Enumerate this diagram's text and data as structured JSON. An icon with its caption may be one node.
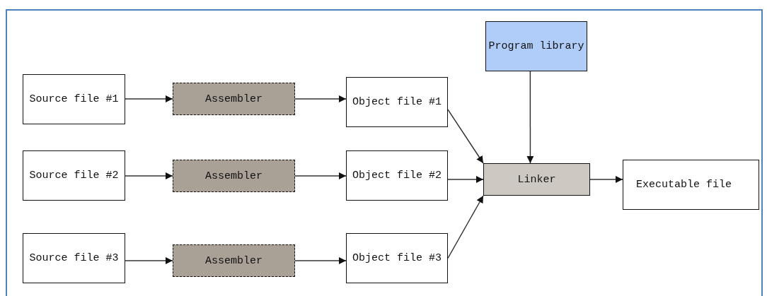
{
  "diagram": {
    "nodes": [
      {
        "text": [
          "Source file #1"
        ]
      },
      {
        "text": [
          "Source file #2"
        ]
      },
      {
        "text": [
          "Source file #3"
        ]
      },
      {
        "text": [
          "Assembler"
        ]
      },
      {
        "text": [
          "Assembler"
        ]
      },
      {
        "text": [
          "Assembler"
        ]
      },
      {
        "text": [
          "Object file #1"
        ]
      },
      {
        "text": [
          "Object file #2"
        ]
      },
      {
        "text": [
          "Object file #3"
        ]
      },
      {
        "text": [
          "Program library"
        ]
      },
      {
        "text": [
          "Linker"
        ]
      },
      {
        "text": [
          "Executable file"
        ]
      }
    ],
    "edges": [
      {
        "from": 0,
        "to": 3,
        "arrow": "to"
      },
      {
        "from": 1,
        "to": 4,
        "arrow": "to"
      },
      {
        "from": 2,
        "to": 5,
        "arrow": "to"
      },
      {
        "from": 3,
        "to": 6,
        "arrow": "to"
      },
      {
        "from": 4,
        "to": 7,
        "arrow": "to"
      },
      {
        "from": 5,
        "to": 8,
        "arrow": "to"
      },
      {
        "from": 6,
        "to": 10,
        "arrow": "to"
      },
      {
        "from": 7,
        "to": 10,
        "arrow": "to"
      },
      {
        "from": 8,
        "to": 10,
        "arrow": "to"
      },
      {
        "from": 9,
        "to": 10,
        "arrow": "to"
      },
      {
        "from": 10,
        "to": 11,
        "arrow": "to"
      }
    ]
  }
}
